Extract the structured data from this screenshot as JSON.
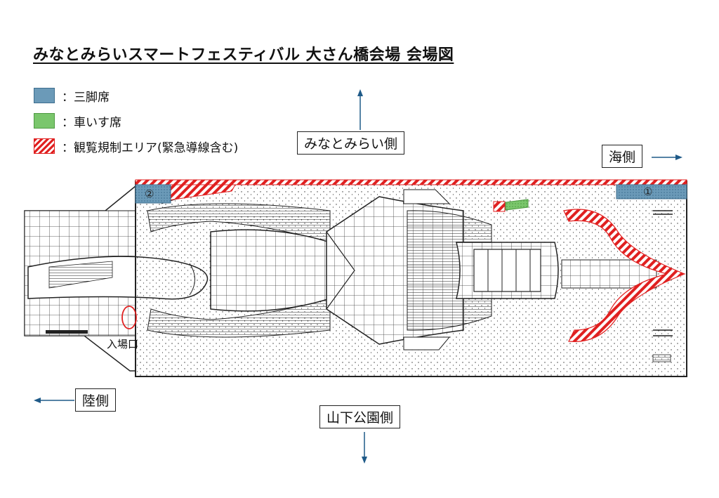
{
  "title": "みなとみらいスマートフェスティバル 大さん橋会場 会場図",
  "legend": {
    "tripod_label": "：三脚席",
    "tripod_color": "#5a8fb0",
    "wheelchair_label": "：車いす席",
    "wheelchair_color": "#6fc05f",
    "restricted_label": "：観覧規制エリア(緊急導線含む)",
    "restricted_color": "#e02020"
  },
  "directions": {
    "minatomirai": "みなとみらい側",
    "sea": "海側",
    "land": "陸側",
    "yamashita": "山下公園側"
  },
  "seats": {
    "seat1": "①",
    "seat2": "②"
  },
  "entrance_label": "入場口"
}
